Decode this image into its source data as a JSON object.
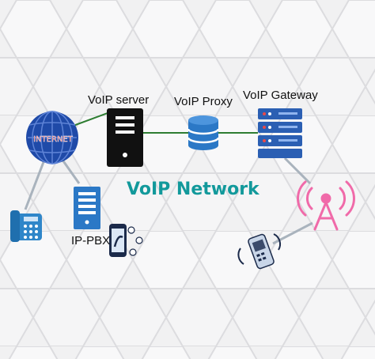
{
  "diagram": {
    "title": "VoIP Network",
    "labels": {
      "voip_server": "VoIP server",
      "voip_proxy": "VoIP Proxy",
      "voip_gateway": "VoIP Gateway",
      "ip_pbx": "IP-PBX",
      "internet": "INTERNET"
    },
    "nodes": [
      {
        "id": "internet",
        "icon": "globe-icon"
      },
      {
        "id": "voip-server",
        "icon": "server-tower-icon"
      },
      {
        "id": "voip-proxy",
        "icon": "database-icon"
      },
      {
        "id": "voip-gateway",
        "icon": "rack-server-icon"
      },
      {
        "id": "ip-pbx",
        "icon": "server-tower-icon"
      },
      {
        "id": "desk-phone",
        "icon": "desk-phone-icon"
      },
      {
        "id": "smartphone",
        "icon": "smartphone-icon"
      },
      {
        "id": "cell-tower",
        "icon": "cell-tower-icon"
      },
      {
        "id": "mobile-phone",
        "icon": "mobile-phone-icon"
      }
    ],
    "colors": {
      "title": "#12999b",
      "server_link": "#2e7d32",
      "client_link": "#a9b3bd",
      "globe": "#1f4aa8",
      "internet_text": "#d12a2a",
      "servers": "#2b78c6",
      "tower": "#f06aa9",
      "background": "#f2f2f3"
    }
  }
}
